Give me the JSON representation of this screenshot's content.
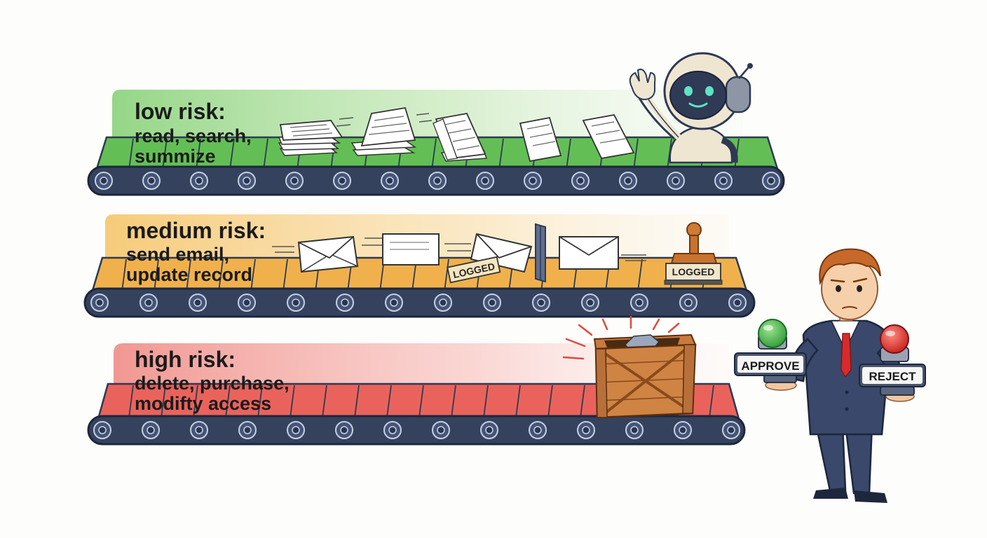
{
  "lanes": [
    {
      "id": "low",
      "title": "low risk:",
      "lines": [
        "read, search,",
        "summize"
      ],
      "color": "#5fbd54"
    },
    {
      "id": "medium",
      "title": "medium risk:",
      "lines": [
        "send email,",
        "update record"
      ],
      "color": "#f0b24a"
    },
    {
      "id": "high",
      "title": "high risk:",
      "lines": [
        "delete, purchase,",
        "modifty access"
      ],
      "color": "#e86a64"
    }
  ],
  "stamps": {
    "logged_a": "LOGGED",
    "logged_b": "LOGGED"
  },
  "reviewer": {
    "approve_label": "APPROVE",
    "reject_label": "REJECT"
  },
  "colors": {
    "belt_base": "#33425f",
    "approve": "#3fae45",
    "reject": "#d8322c",
    "suit": "#39486b"
  }
}
